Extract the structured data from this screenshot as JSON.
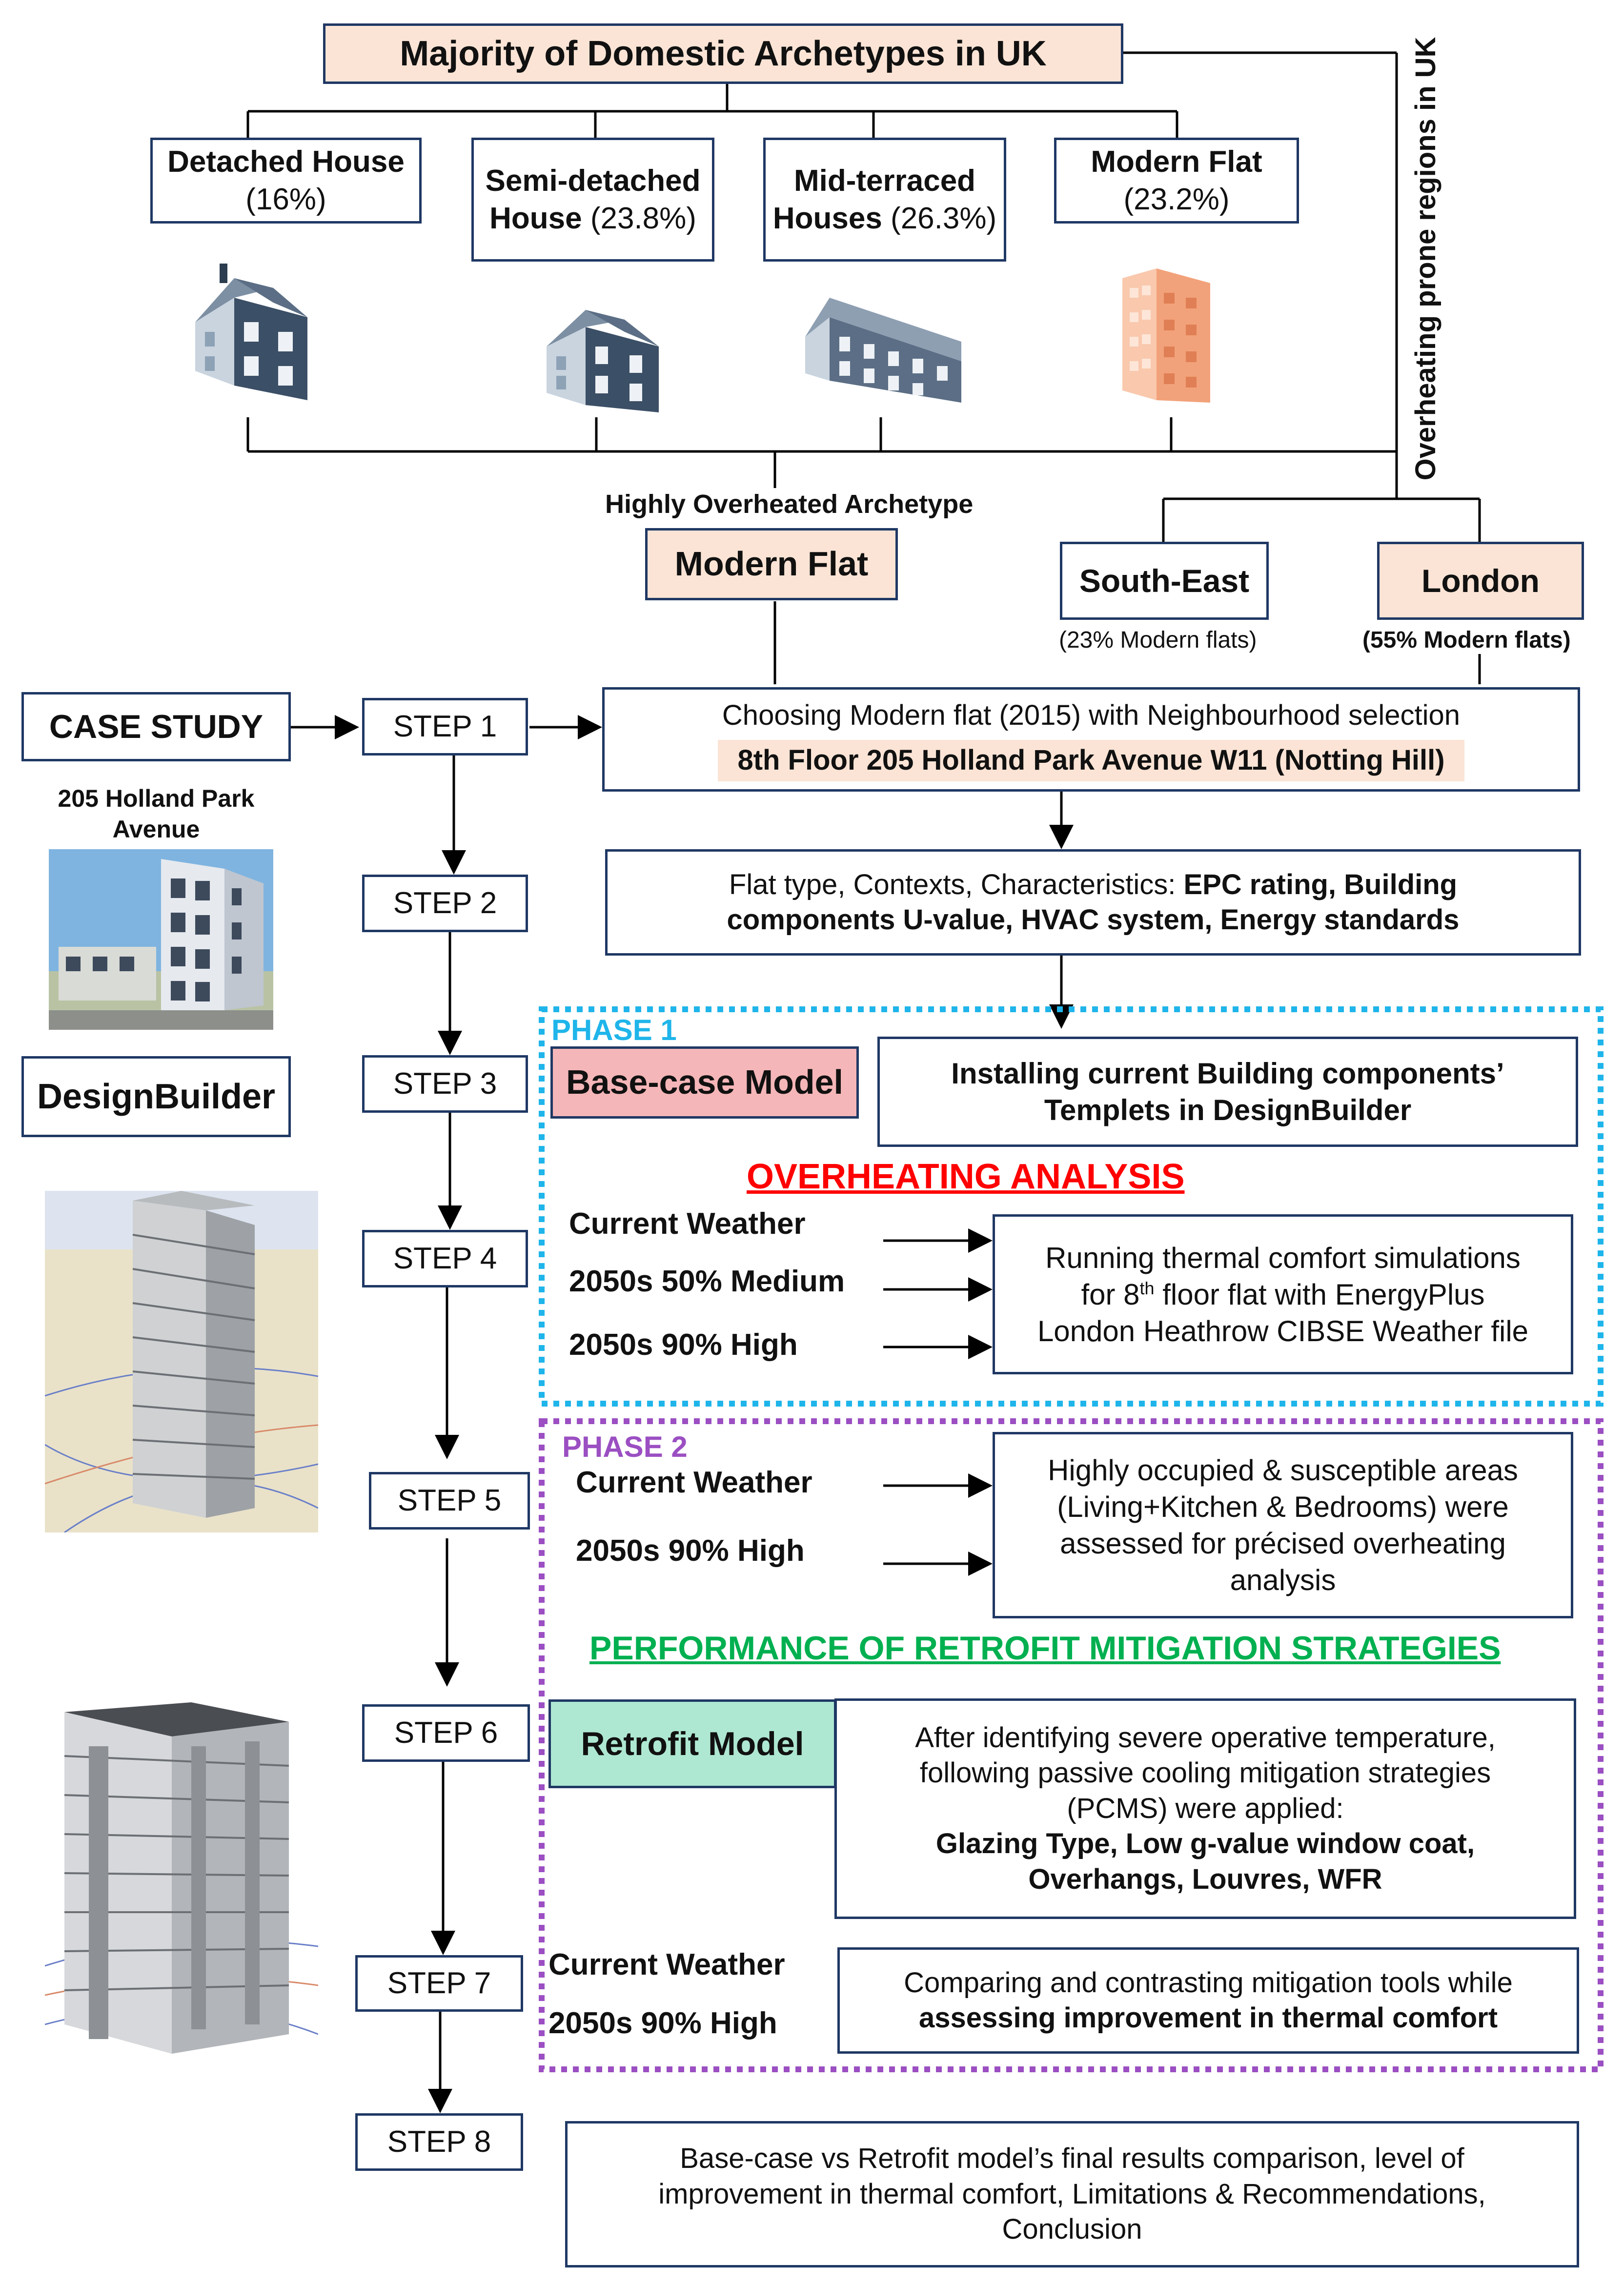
{
  "top": {
    "title": "Majority of Domestic Archetypes in UK",
    "side_label": "Overheating prone regions in UK"
  },
  "archetypes": [
    {
      "name": "Detached House",
      "pct": "(16%)"
    },
    {
      "name_l1": "Semi-detached",
      "name_l2": "House",
      "pct": "(23.8%)"
    },
    {
      "name_l1": "Mid-terraced",
      "name_l2": "Houses",
      "pct": "(26.3%)"
    },
    {
      "name": "Modern Flat",
      "pct": "(23.2%)"
    }
  ],
  "selection": {
    "highly_label": "Highly Overheated Archetype",
    "modern_flat": "Modern Flat",
    "south_east": "South-East",
    "south_east_note": "(23% Modern flats)",
    "london": "London",
    "london_note": "(55% Modern flats)"
  },
  "left": {
    "case_study": "CASE STUDY",
    "address_l1": "205 Holland Park",
    "address_l2": "Avenue",
    "designbuilder": "DesignBuilder"
  },
  "steps": [
    "STEP 1",
    "STEP 2",
    "STEP 3",
    "STEP 4",
    "STEP 5",
    "STEP 6",
    "STEP 7",
    "STEP 8"
  ],
  "step1": {
    "line1": "Choosing Modern flat (2015) with Neighbourhood selection",
    "line2": "8th Floor 205 Holland Park Avenue W11 (Notting Hill)"
  },
  "step2": {
    "plain": "Flat type, Contexts, Characteristics: ",
    "bold1": "EPC rating, Building",
    "bold2": "components  U-value, HVAC system, Energy standards"
  },
  "phase1": {
    "label": "PHASE 1",
    "base_case": "Base-case Model",
    "install_l1": "Installing current Building components’",
    "install_l2": "Templets in DesignBuilder",
    "heading": "OVERHEATING ANALYSIS",
    "weather": [
      "Current Weather",
      "2050s 50% Medium",
      "2050s 90% High"
    ],
    "sim_l1": "Running thermal comfort simulations",
    "sim_l2a": "for 8",
    "sim_sup": "th",
    "sim_l2b": " floor flat with EnergyPlus",
    "sim_l3": "London Heathrow CIBSE Weather file"
  },
  "phase2": {
    "label": "PHASE 2",
    "weather": [
      "Current Weather",
      "2050s 90% High"
    ],
    "assess_l1": "Highly occupied & susceptible areas",
    "assess_l2": "(Living+Kitchen & Bedrooms) were",
    "assess_l3": "assessed for précised overheating",
    "assess_l4": "analysis",
    "heading": "PERFORMANCE OF RETROFIT MITIGATION STRATEGIES",
    "retrofit": "Retrofit Model",
    "pcms_l1": "After identifying severe operative temperature,",
    "pcms_l2": "following passive cooling mitigation strategies",
    "pcms_l3": "(PCMS)  were applied:",
    "pcms_l4": "Glazing Type, Low g-value window coat,",
    "pcms_l5": "Overhangs, Louvres, WFR",
    "step7_weather": [
      "Current Weather",
      "2050s 90% High"
    ],
    "compare_l1": "Comparing and contrasting mitigation tools while",
    "compare_l2": "assessing improvement in thermal comfort"
  },
  "step8": {
    "l1": "Base-case vs Retrofit model’s final results comparison, level of",
    "l2": "improvement in thermal comfort, Limitations & Recommendations,",
    "l3": "Conclusion"
  },
  "colors": {
    "box_border": "#1f3864",
    "peach": "#fbe4d5",
    "phase1": "#1fb5ea",
    "phase2": "#9b4fc2",
    "overheating": "#ff0000",
    "retrofit_heading": "#00b050"
  }
}
